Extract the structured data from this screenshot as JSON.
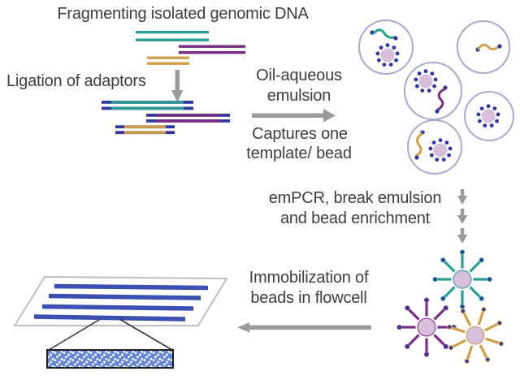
{
  "figure": {
    "labels": {
      "fragmenting": "Fragmenting isolated genomic DNA",
      "ligation": "Ligation of adaptors",
      "emulsion_line1": "Oil-aqueous",
      "emulsion_line2": "emulsion",
      "capture_line1": "Captures one",
      "capture_line2": "template/ bead",
      "empcr_line1": "emPCR, break emulsion",
      "empcr_line2": "and bead enrichment",
      "immobilize_line1": "Immobilization of",
      "immobilize_line2": "beads in flowcell"
    },
    "fragments": {
      "initial_colors": [
        "teal",
        "purple",
        "gold"
      ],
      "adapted_colors": [
        "teal",
        "purple",
        "gold"
      ],
      "adaptor_color": "navy"
    },
    "emulsion_droplets": [
      {
        "contents": [
          "bead",
          "teal template"
        ]
      },
      {
        "contents": [
          "gold template"
        ]
      },
      {
        "contents": [
          "bead",
          "purple template"
        ]
      },
      {
        "contents": [
          "gold template",
          "bead"
        ]
      },
      {
        "contents": [
          "bead"
        ]
      }
    ],
    "clonal_beads": [
      "teal",
      "purple",
      "gold"
    ],
    "flowcell": {
      "lane_count": 4
    },
    "icons": {
      "ligation_arrow": "solid gray down arrow",
      "emulsion_arrow": "solid gray right arrow",
      "empcr_arrow": "dashed gray down arrow (3 segments)",
      "immobilize_arrow": "solid gray left arrow",
      "bead": "pink sphere ringed with navy primer dots",
      "clonal_bead": "pink sphere with 8 radiating DNA strands",
      "flowcell_zoom": "blue lane cross-section packed with white beads"
    }
  },
  "colors": {
    "teal": "#2a9d94",
    "purple": "#7b2c85",
    "gold": "#cf9f4a",
    "navy": "#30389f",
    "bead_pink": "#d8bedd",
    "droplet_outline": "#a8aacd",
    "lane_blue": "#3a50b2",
    "flowcell_fill_blue": "#6487d9",
    "flowcell_outline": "#bfbfbf",
    "arrow_gray": "#9b9b9b",
    "text_gray": "#3e3e3e"
  }
}
